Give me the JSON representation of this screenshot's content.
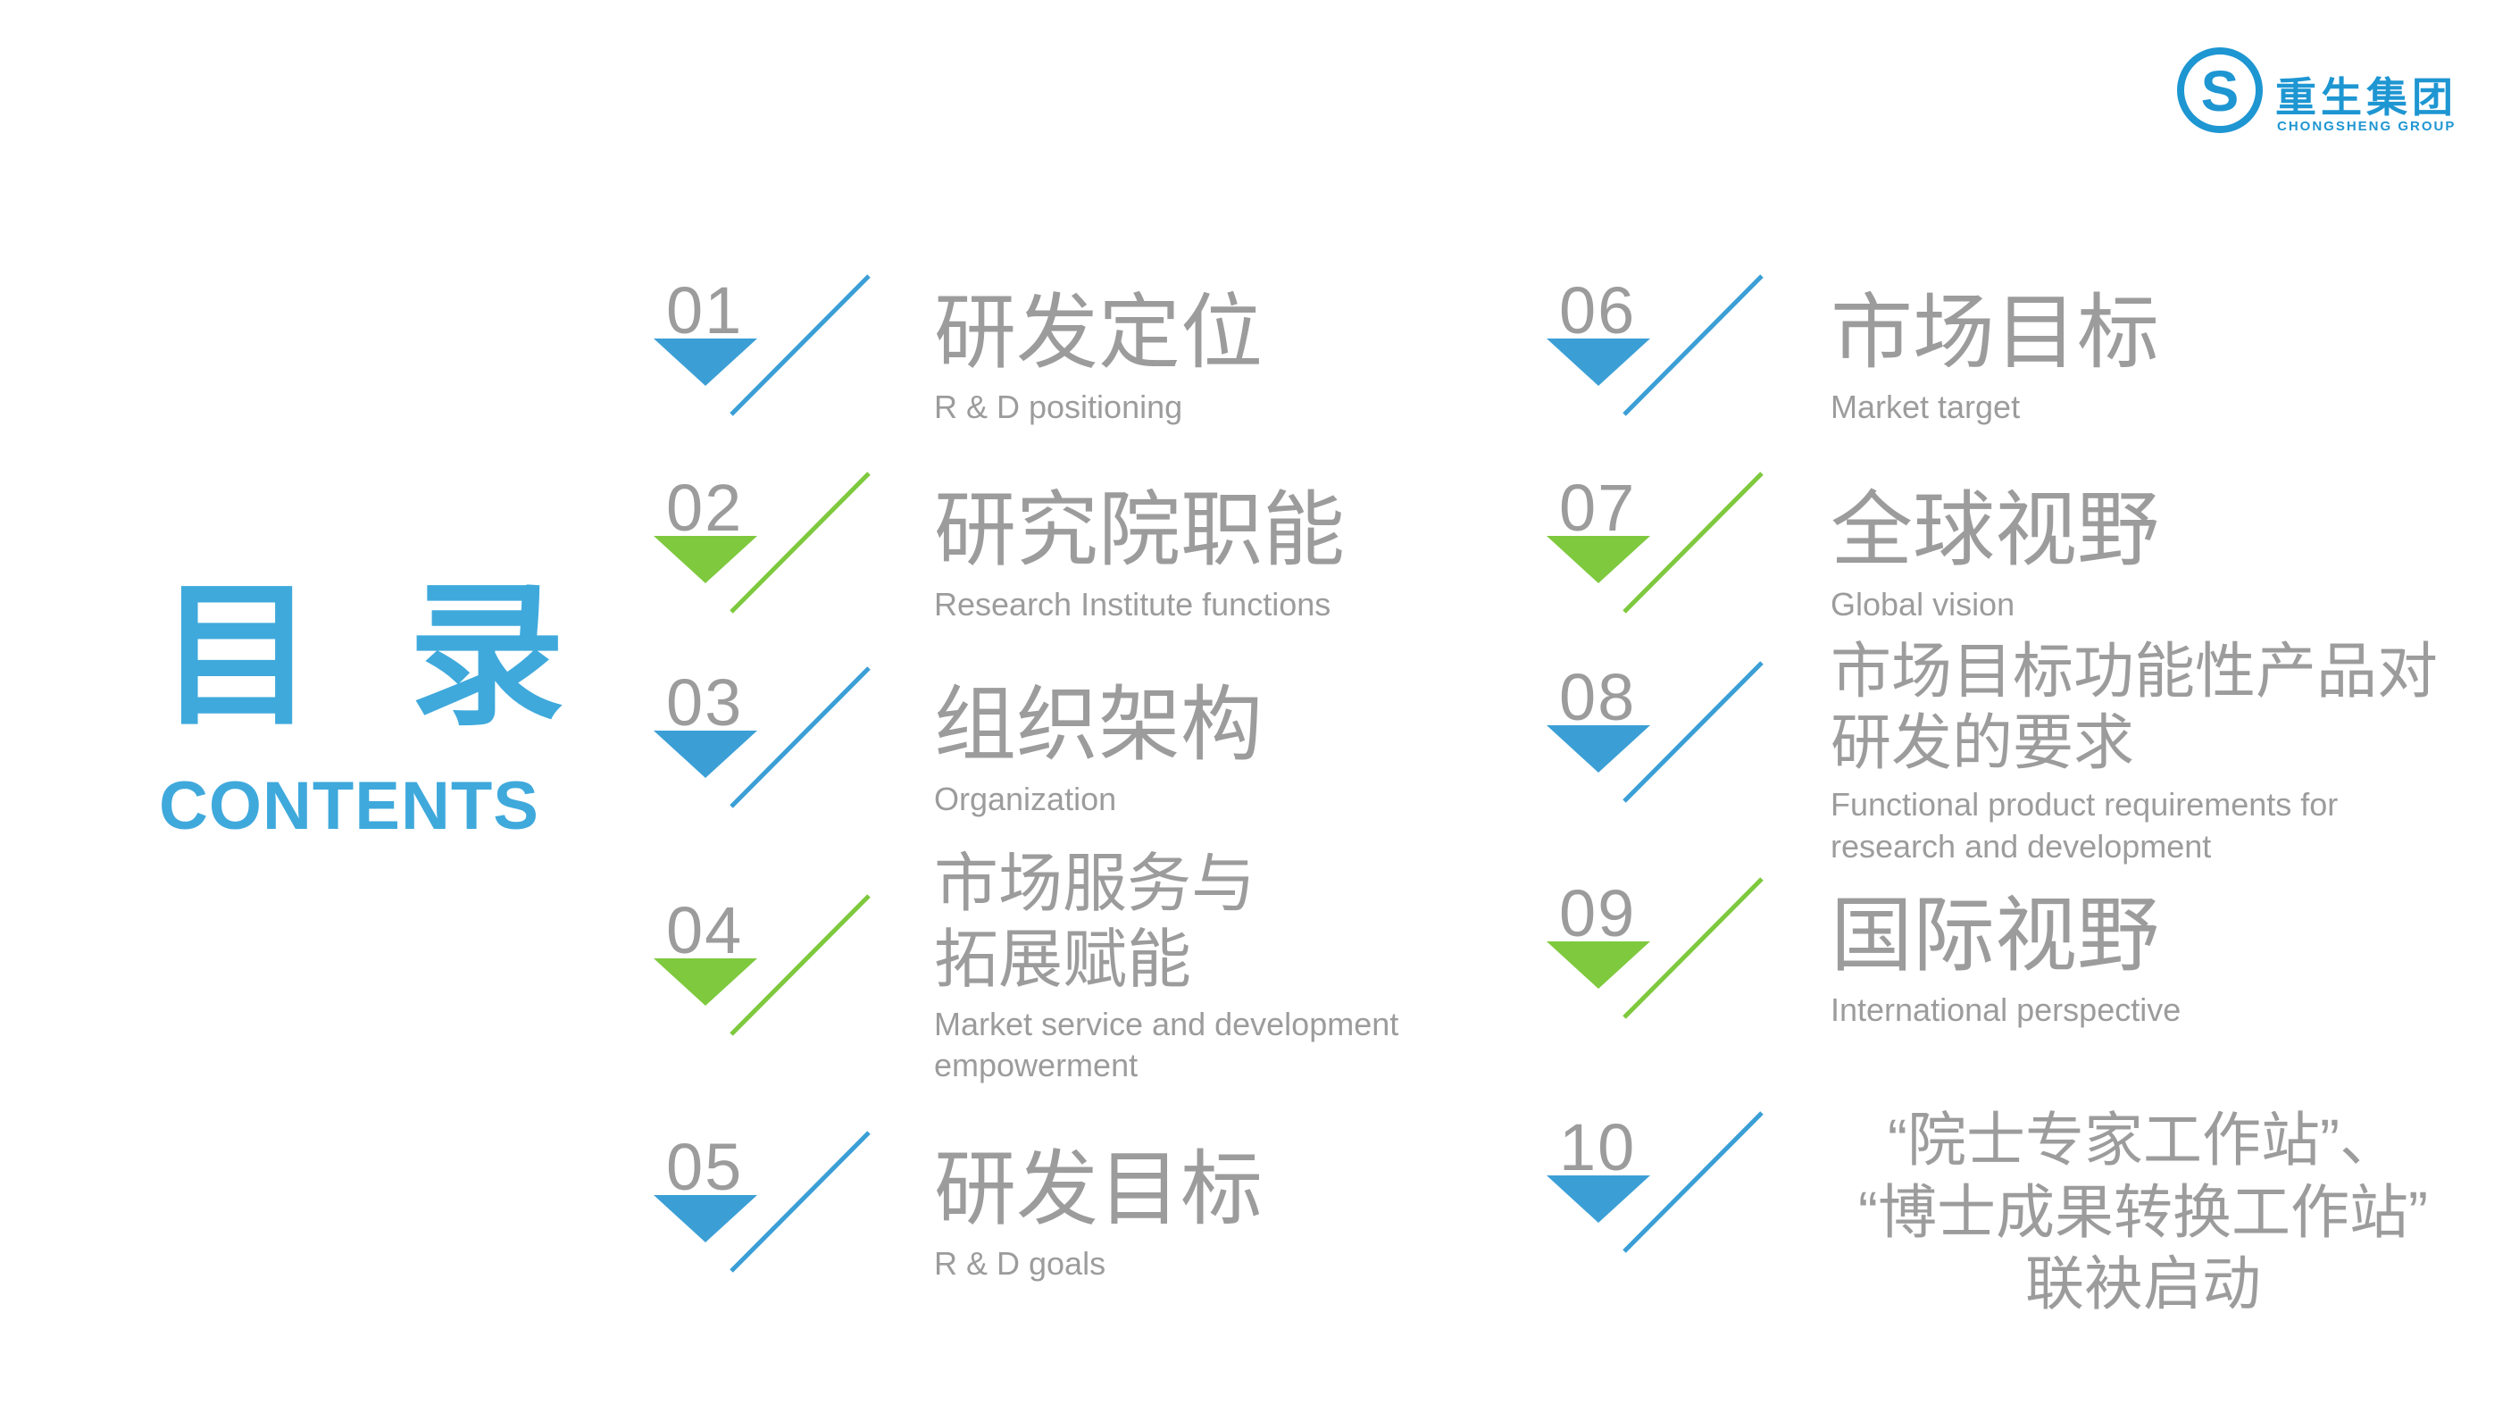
{
  "header": {
    "title_cn": "目 录",
    "title_en": "CONTENTS"
  },
  "logo": {
    "monogram": "S",
    "name_cn": "重生集团",
    "name_en": "CHONGSHENG GROUP"
  },
  "colors": {
    "accent_blue": "#3B9FD6",
    "accent_green": "#7EC93E",
    "heading_blue": "#3FA9DC",
    "logo_blue": "#1E96D2",
    "text_gray": "#9C9C9C"
  },
  "toc": {
    "items": [
      {
        "number": "01",
        "accent": "blue",
        "title": "研发定位",
        "subtitle": "R & D positioning"
      },
      {
        "number": "02",
        "accent": "green",
        "title": "研究院职能",
        "subtitle": "Research Institute functions"
      },
      {
        "number": "03",
        "accent": "blue",
        "title": "组织架构",
        "subtitle": "Organization"
      },
      {
        "number": "04",
        "accent": "green",
        "title": "市场服务与\n拓展赋能",
        "subtitle": "Market service and development\nempowerment"
      },
      {
        "number": "05",
        "accent": "blue",
        "title": "研发目标",
        "subtitle": "R & D goals"
      },
      {
        "number": "06",
        "accent": "blue",
        "title": "市场目标",
        "subtitle": "Market target"
      },
      {
        "number": "07",
        "accent": "green",
        "title": "全球视野",
        "subtitle": "Global vision"
      },
      {
        "number": "08",
        "accent": "blue",
        "title": "市场目标功能性产品对\n研发的要求",
        "subtitle": "Functional product requirements for\nresearch and development"
      },
      {
        "number": "09",
        "accent": "green",
        "title": "国际视野",
        "subtitle": "International perspective"
      },
      {
        "number": "10",
        "accent": "blue",
        "title": "“院士专家工作站”、\n“博士成果转换工作站”\n联袂启动",
        "subtitle": ""
      }
    ]
  }
}
